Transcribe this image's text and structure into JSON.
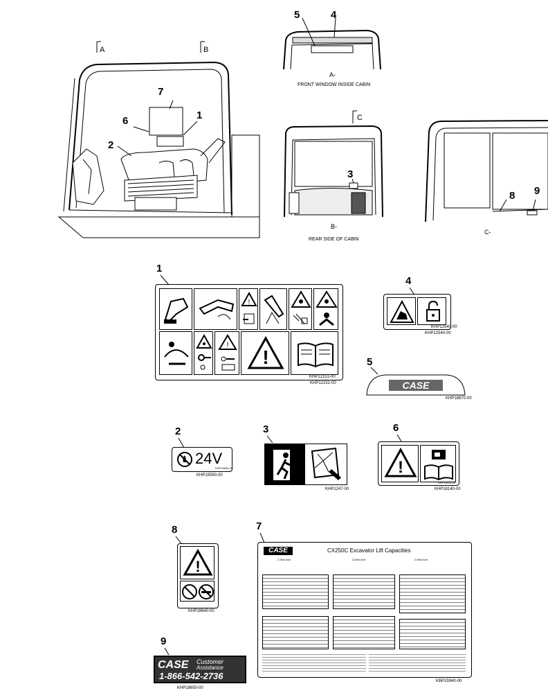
{
  "views": {
    "section_a": "A",
    "section_b": "B",
    "section_c": "C",
    "view_a_title": "A-",
    "view_a_caption": "FRONT WINDOW INSIDE CABIN",
    "view_b_title": "B-",
    "view_b_caption": "REAR SIDE OF CABIN",
    "view_c_title": "C-"
  },
  "callouts": {
    "cab": [
      "7",
      "6",
      "1",
      "2"
    ],
    "front": [
      "5",
      "4"
    ],
    "rear": [
      "3"
    ],
    "side": [
      "8",
      "9"
    ]
  },
  "decals": {
    "d1": {
      "number": "1",
      "part": "KHP12151-00",
      "small_code": "KHP12151-00"
    },
    "d2": {
      "number": "2",
      "part": "KHP15590-00",
      "text": "24V",
      "small_code": "KHP15590-00"
    },
    "d3": {
      "number": "3",
      "part": "KHP1247-00"
    },
    "d4": {
      "number": "4",
      "part": "KHP12540-00",
      "small_code": "KHP12540-00"
    },
    "d5": {
      "number": "5",
      "part": "KHP18870-00",
      "brand": "CASE"
    },
    "d6": {
      "number": "6",
      "part": "KHP18140-00",
      "small_code": "KHP18140-00"
    },
    "d7": {
      "number": "7",
      "part": "KBP15940-00",
      "brand": "CASE",
      "title": "CX250C Excavator Lift Capacities",
      "sub_left": "2.95m Arm",
      "sub_mid": "3.05m Arm",
      "sub_right": "2.95m Arm"
    },
    "d8": {
      "number": "8",
      "part": "KHP18640-00"
    },
    "d9": {
      "number": "9",
      "part": "KHP18650-00",
      "brand": "CASE",
      "line1": "Customer",
      "line2": "Assistance",
      "phone": "1-866-542-2736"
    }
  },
  "colors": {
    "ink": "#000000",
    "paper": "#ffffff",
    "shade": "#999999"
  }
}
